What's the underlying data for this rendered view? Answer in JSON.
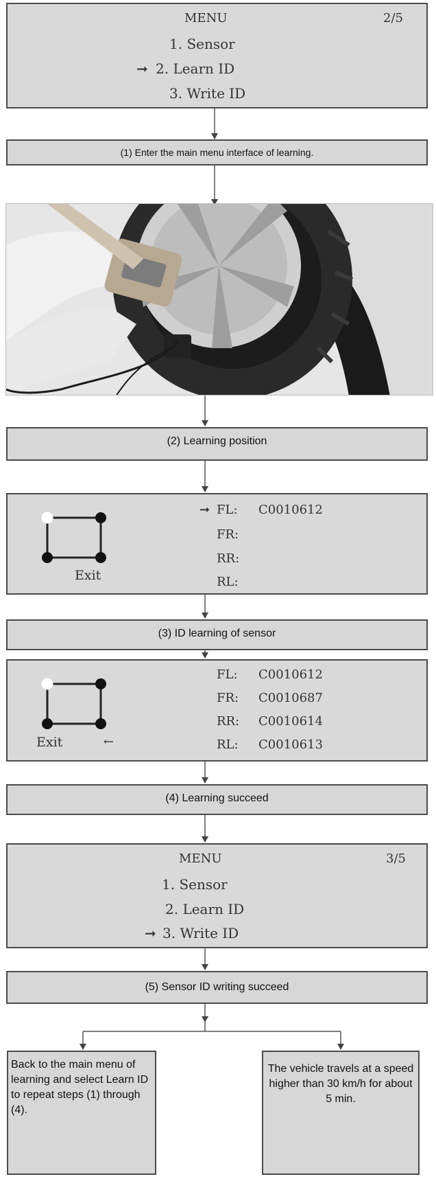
{
  "screen1": {
    "title": "MENU",
    "page": "2/5",
    "items": [
      "1. Sensor",
      "2. Learn ID",
      "3. Write ID"
    ],
    "selected_index": 1
  },
  "steps": {
    "step1": "(1) Enter the main menu interface of learning.",
    "step2": "(2) Learning position",
    "step3": "(3) ID learning of sensor",
    "step4": "(4) Learning succeed",
    "step5": "(5) Sensor ID writing succeed"
  },
  "screen2": {
    "exit_label": "Exit",
    "rows": [
      {
        "label": "FL:",
        "value": "C0010612"
      },
      {
        "label": "FR:",
        "value": ""
      },
      {
        "label": "RR:",
        "value": ""
      },
      {
        "label": "RL:",
        "value": ""
      }
    ]
  },
  "screen3": {
    "exit_label": "Exit",
    "rows": [
      {
        "label": "FL:",
        "value": "C0010612"
      },
      {
        "label": "FR:",
        "value": "C0010687"
      },
      {
        "label": "RR:",
        "value": "C0010614"
      },
      {
        "label": "RL:",
        "value": "C0010613"
      }
    ]
  },
  "screen4": {
    "title": "MENU",
    "page": "3/5",
    "items": [
      "1. Sensor",
      "2. Learn ID",
      "3. Write ID"
    ],
    "selected_index": 2
  },
  "outcomes": {
    "left": "Back to the main menu of learning and select Learn ID to repeat steps (1) through (4).",
    "right": "The vehicle travels at a speed higher than 30 km/h for about 5 min."
  },
  "colors": {
    "lcd_background": "#d9d9d9",
    "box_background": "#d7d7d7",
    "border": "#4a4a4a"
  }
}
